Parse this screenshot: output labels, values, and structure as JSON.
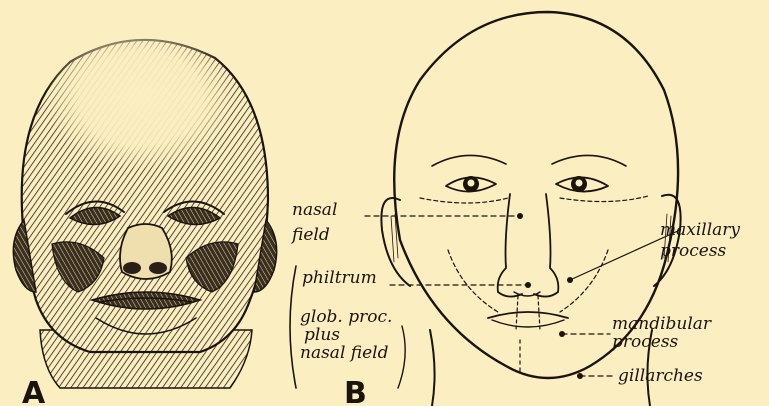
{
  "panels": {
    "a_letter": "A",
    "b_letter": "B"
  },
  "labels": {
    "nasal_1": "nasal",
    "nasal_2": "field",
    "maxillary_1": "maxillary",
    "maxillary_2": "process",
    "philtrum": "philtrum",
    "glob_1": "glob. proc.",
    "glob_2": "plus",
    "glob_3": "nasal field",
    "mandibular_1": "mandibular",
    "mandibular_2": "process",
    "gillarches": "gillarches"
  }
}
